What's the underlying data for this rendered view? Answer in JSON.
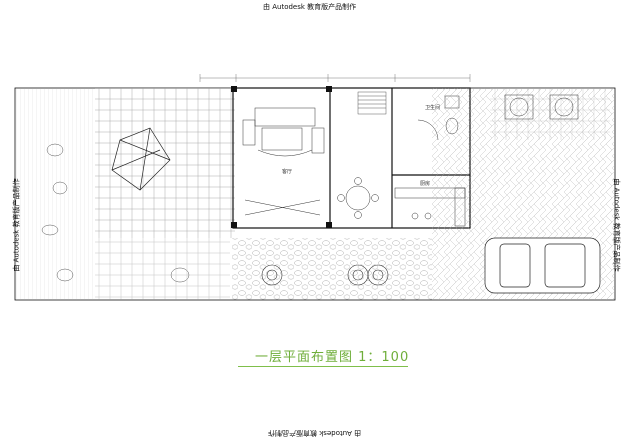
{
  "watermark": {
    "top": "由 Autodesk 教育版产品制作",
    "bottom": "由 Autodesk 教育版产品制作",
    "left": "由 Autodesk 教育版产品制作",
    "right": "由 Autodesk 教育版产品制作"
  },
  "title": "一层平面布置图  1：100",
  "rooms": {
    "living": "客厅",
    "kitchen": "厨房",
    "bathroom": "卫生间"
  }
}
